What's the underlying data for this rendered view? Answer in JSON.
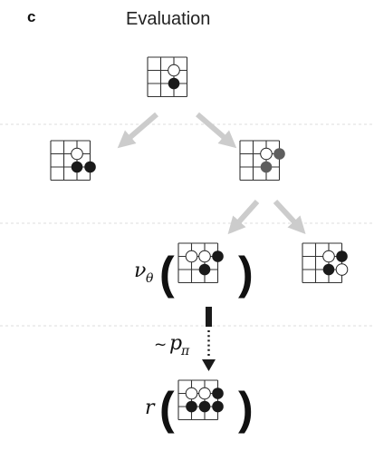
{
  "panel_letter": "c",
  "title": "Evaluation",
  "labels": {
    "value_symbol": "ν",
    "value_subscript": "θ",
    "rollout_tilde": "~",
    "rollout_symbol": "p",
    "rollout_subscript": "π",
    "reward_symbol": "r",
    "open_paren": "(",
    "close_paren": ")"
  },
  "colors": {
    "black_stone": "#1a1a1a",
    "grey_stone": "#5e5e5e",
    "white_stone": "#ffffff",
    "grid_line": "#333333",
    "arrow": "#cccccc",
    "separator": "#dedede"
  },
  "boards": [
    {
      "id": "root",
      "stones": [
        [
          2,
          1,
          "white"
        ],
        [
          2,
          2,
          "black"
        ]
      ]
    },
    {
      "id": "level1-left",
      "stones": [
        [
          2,
          1,
          "white"
        ],
        [
          2,
          2,
          "black"
        ],
        [
          3,
          2,
          "black"
        ]
      ]
    },
    {
      "id": "level1-right",
      "stones": [
        [
          2,
          1,
          "white"
        ],
        [
          2,
          2,
          "grey"
        ],
        [
          3,
          1,
          "grey"
        ]
      ]
    },
    {
      "id": "leaf",
      "stones": [
        [
          1,
          1,
          "white"
        ],
        [
          2,
          1,
          "white"
        ],
        [
          3,
          1,
          "black"
        ],
        [
          2,
          2,
          "black"
        ]
      ]
    },
    {
      "id": "level2-right",
      "stones": [
        [
          2,
          1,
          "white"
        ],
        [
          3,
          1,
          "black"
        ],
        [
          2,
          2,
          "black"
        ],
        [
          3,
          2,
          "white"
        ]
      ]
    },
    {
      "id": "terminal",
      "stones": [
        [
          1,
          1,
          "white"
        ],
        [
          2,
          1,
          "white"
        ],
        [
          3,
          1,
          "black"
        ],
        [
          1,
          2,
          "black"
        ],
        [
          2,
          2,
          "black"
        ],
        [
          3,
          2,
          "black"
        ]
      ]
    }
  ]
}
